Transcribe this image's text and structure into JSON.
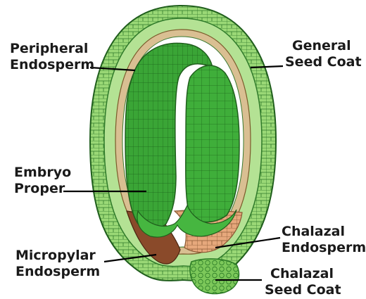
{
  "labels": {
    "peripheral_endosperm": [
      "Peripheral",
      "Endosperm"
    ],
    "general_seed_coat": [
      "General",
      "Seed Coat"
    ],
    "embryo_proper": [
      "Embryo",
      "Proper"
    ],
    "chalazal_endosperm": [
      "Chalazal",
      "Endosperm"
    ],
    "micropylar_endosperm": [
      "Micropylar",
      "Endosperm"
    ],
    "chalazal_seed_coat": [
      "Chalazal",
      "Seed Coat"
    ]
  },
  "colors": {
    "seed_coat_outer": "#8fd46a",
    "seed_coat_inner": "#a9de86",
    "peripheral_endosperm": "#d6b98c",
    "embryo": "#3fae3a",
    "embryo_dark": "#2f8f2c",
    "chalazal_endosperm": "#e2a47a",
    "micropylar_endosperm": "#8a4a2a",
    "chalazal_seed_coat": "#7cc85a",
    "outline": "#1f5e1c",
    "leader": "#000000"
  }
}
